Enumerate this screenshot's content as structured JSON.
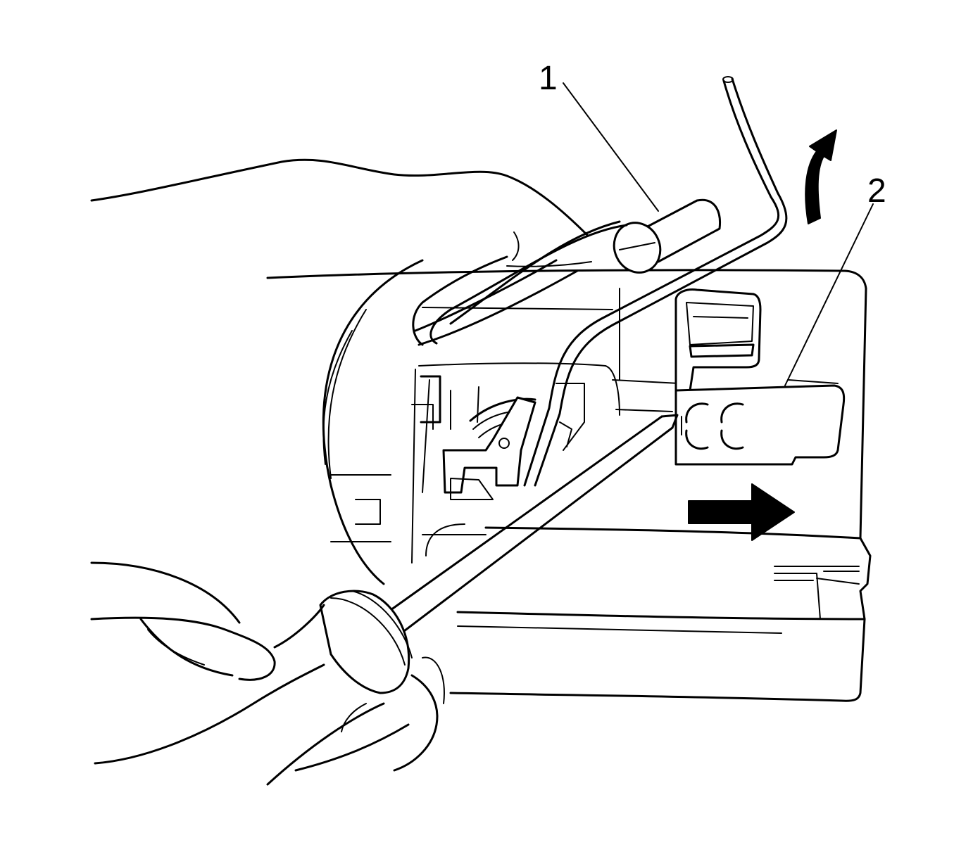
{
  "callouts": [
    {
      "id": "1",
      "label": "1"
    },
    {
      "id": "2",
      "label": "2"
    }
  ],
  "arrows": [
    {
      "name": "lift-direction-arrow",
      "direction": "up-curved"
    },
    {
      "name": "slide-direction-arrow",
      "direction": "right"
    }
  ],
  "colors": {
    "line": "#000000",
    "background": "#ffffff"
  }
}
